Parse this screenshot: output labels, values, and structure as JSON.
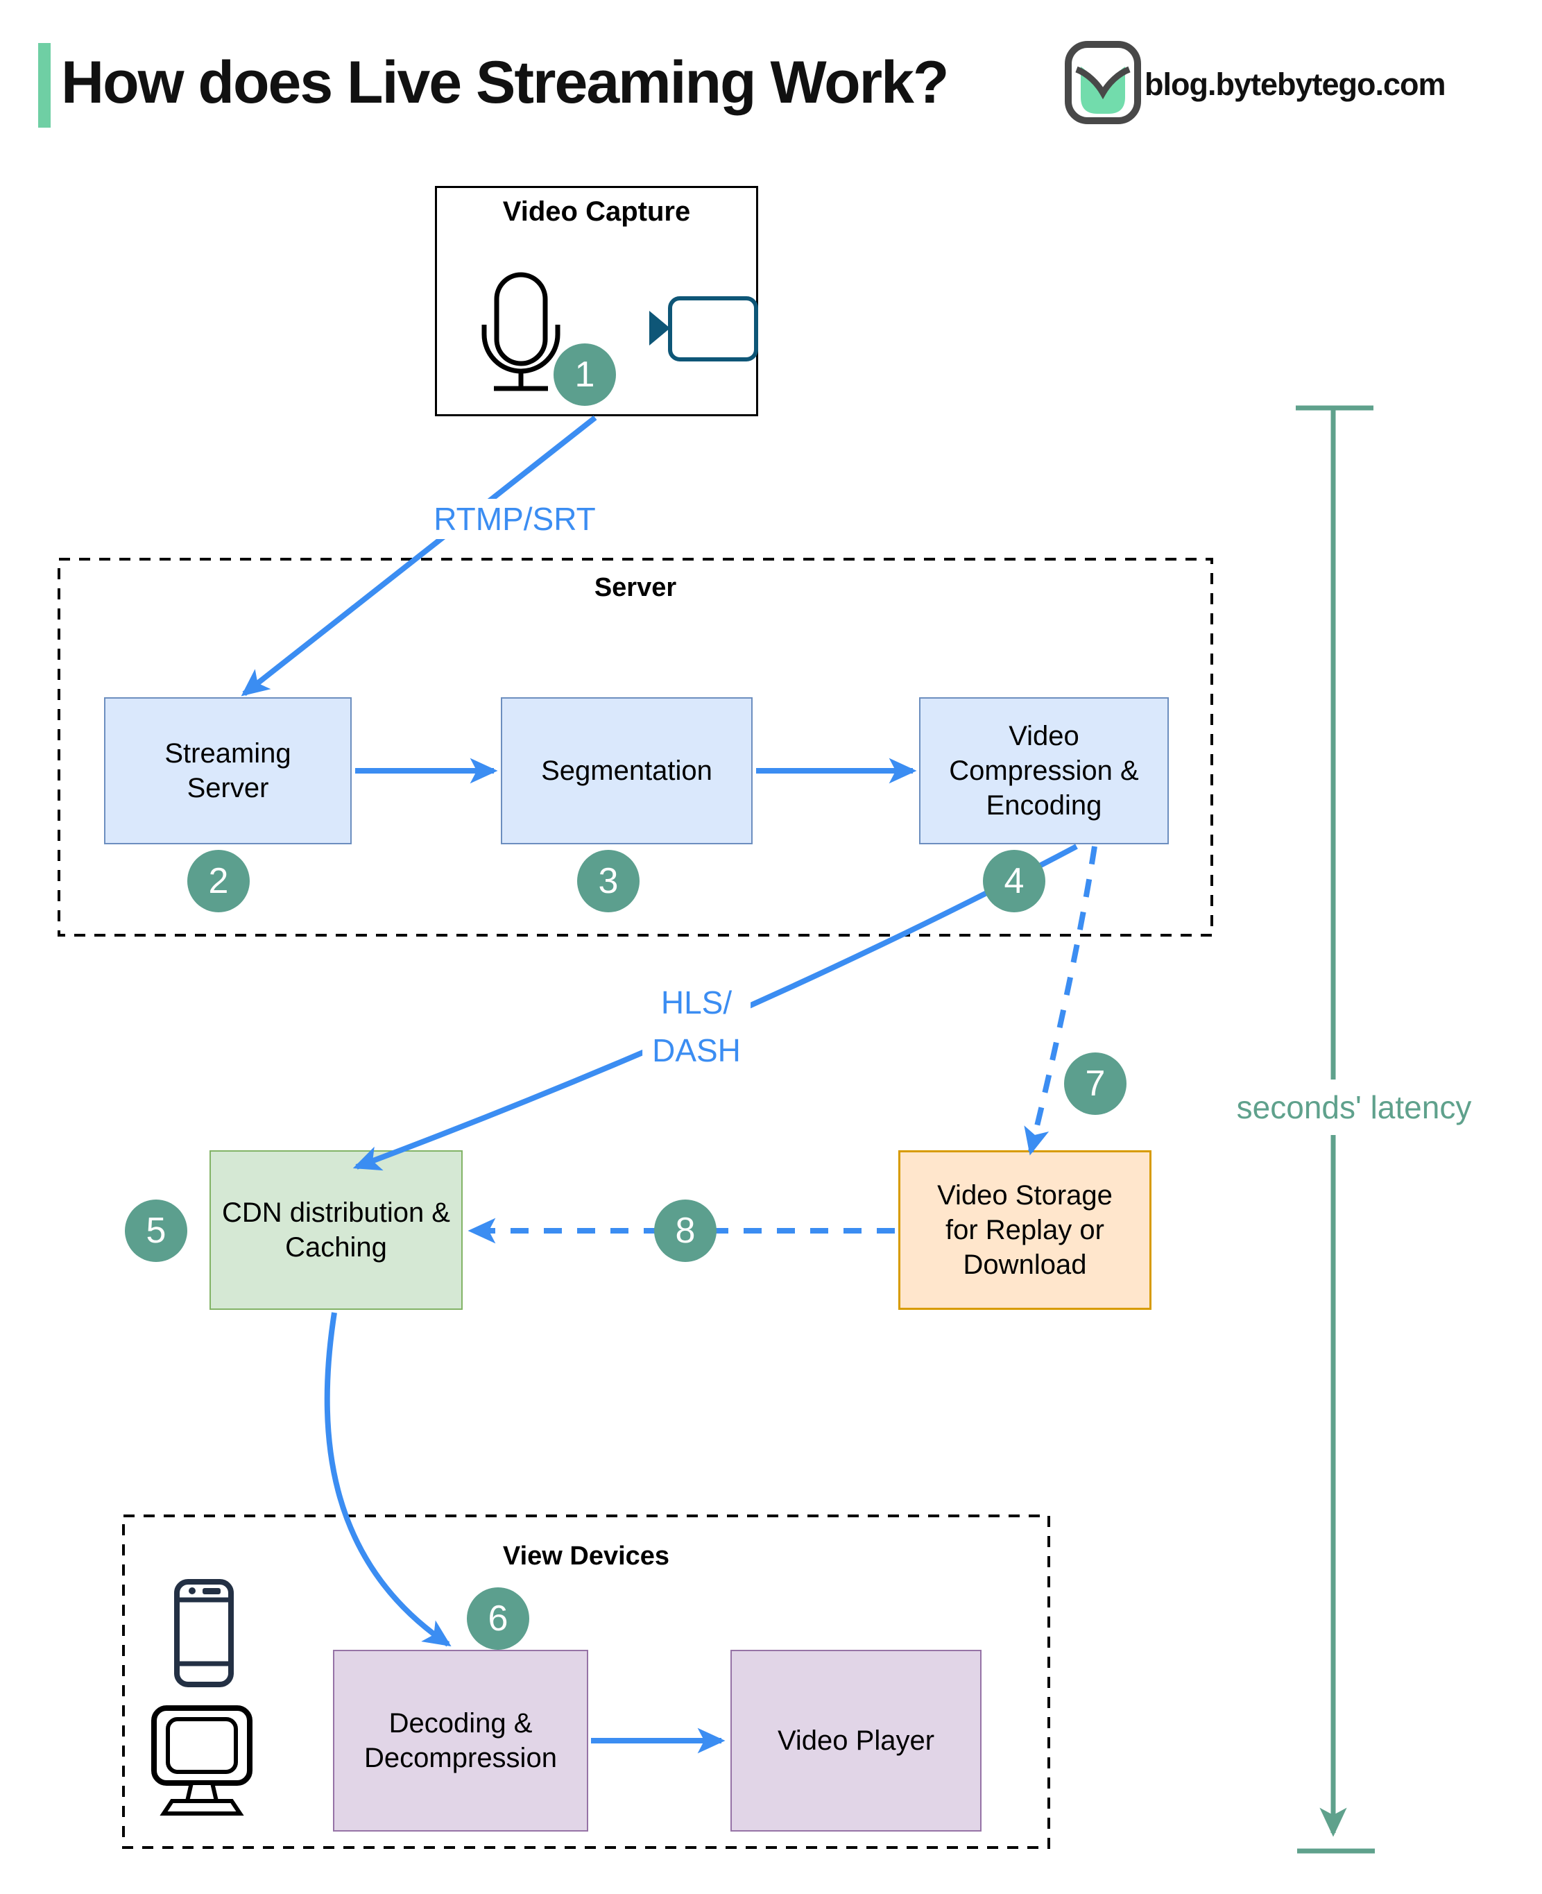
{
  "page": {
    "title": "How does Live Streaming Work?",
    "site": "blog.bytebytego.com"
  },
  "colors": {
    "accent_green": "#6FCFA4",
    "edge_blue": "#3B8DF2",
    "badge_teal": "#5C9F8E",
    "latency_teal": "#5FA18C",
    "blue_node_fill": "#DAE8FC",
    "blue_node_border": "#6C8EBF",
    "green_node_fill": "#D5E8D4",
    "green_node_border": "#82B366",
    "orange_node_fill": "#FFE6CC",
    "orange_node_border": "#D79B00",
    "purple_node_fill": "#E1D5E7",
    "purple_node_border": "#9673A6",
    "camera_icon_color": "#0E5677",
    "phone_icon_color": "#233044"
  },
  "groups": {
    "server": {
      "label": "Server"
    },
    "view_devices": {
      "label": "View Devices"
    }
  },
  "nodes": {
    "video_capture": {
      "label": "Video Capture"
    },
    "streaming_server": {
      "label": "Streaming Server"
    },
    "segmentation": {
      "label": "Segmentation"
    },
    "video_compression": {
      "label": "Video Compression & Encoding"
    },
    "cdn": {
      "label": "CDN distribution & Caching"
    },
    "video_storage": {
      "label": "Video Storage for Replay or Download"
    },
    "decoding": {
      "label": "Decoding & Decompression"
    },
    "video_player": {
      "label": "Video Player"
    }
  },
  "edge_labels": {
    "rtmp": "RTMP/SRT",
    "hls_line1": "HLS/",
    "hls_line2": "DASH"
  },
  "steps": [
    "1",
    "2",
    "3",
    "4",
    "5",
    "6",
    "7",
    "8"
  ],
  "latency": {
    "label": "seconds' latency"
  },
  "icons": {
    "microphone": "microphone-icon",
    "video_camera": "video-camera-icon",
    "smartphone": "smartphone-icon",
    "monitor": "monitor-icon",
    "logo": "bytebytego-logo-icon"
  }
}
